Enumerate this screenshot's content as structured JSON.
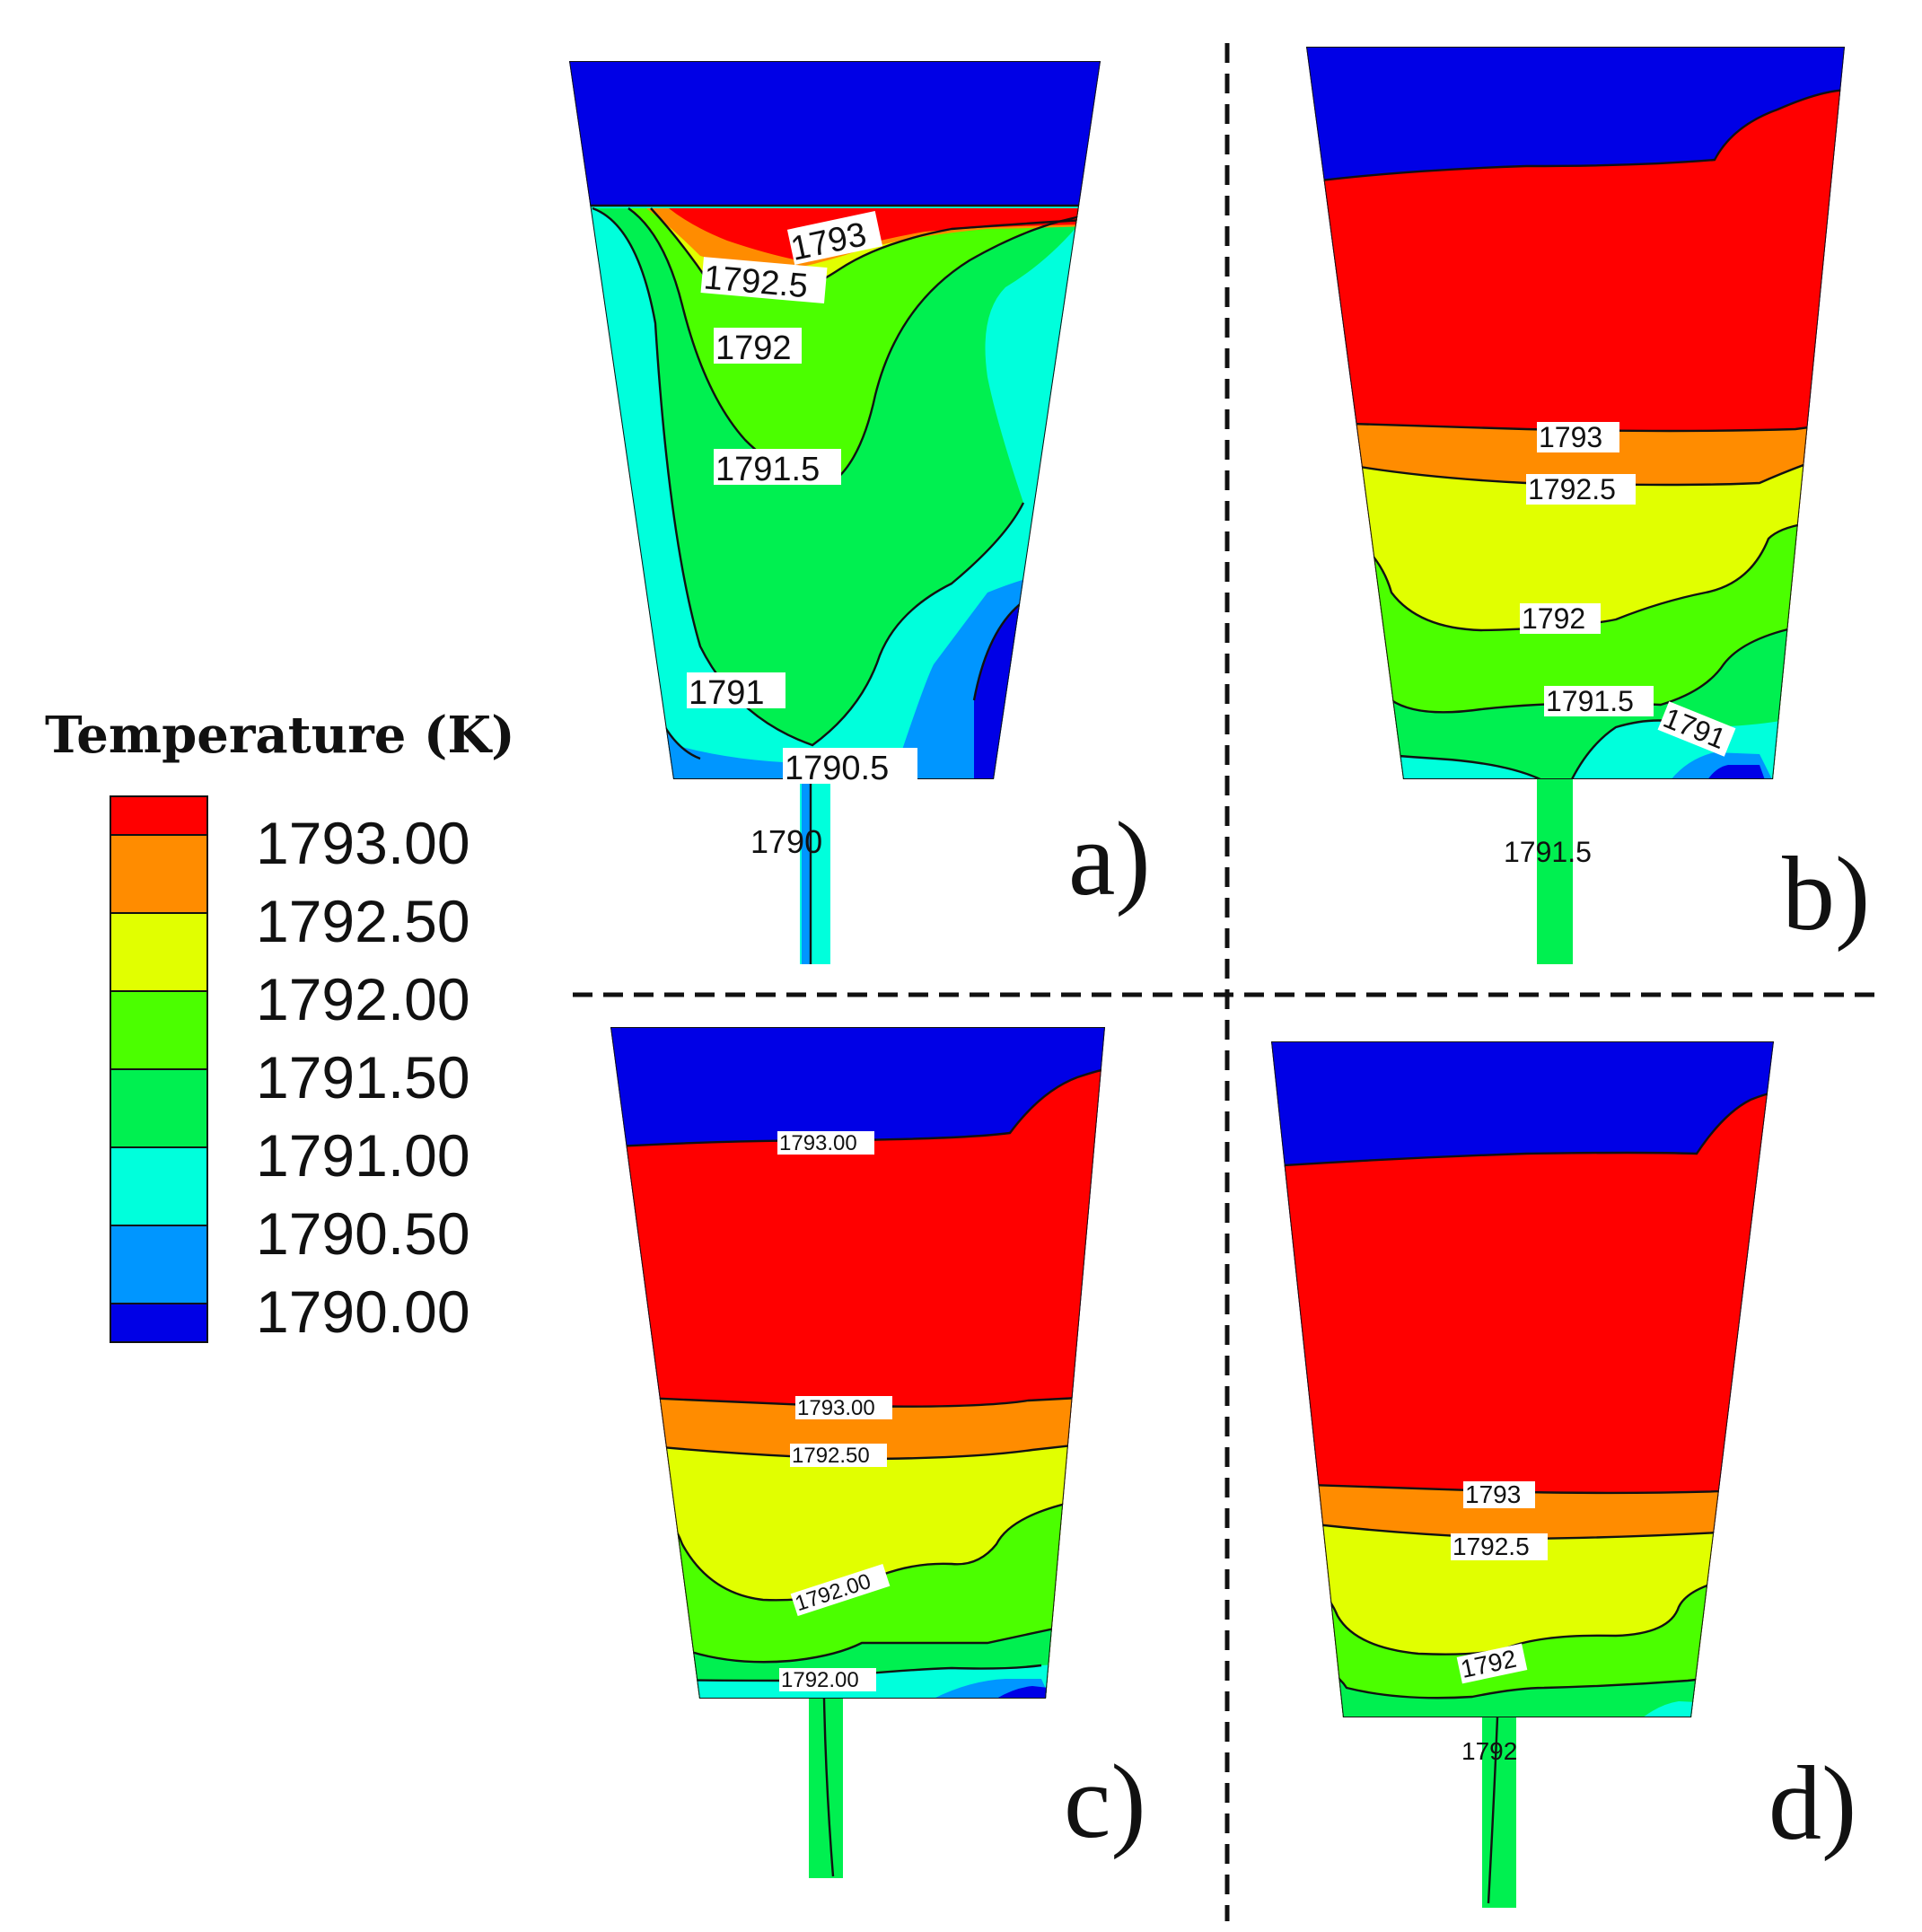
{
  "legend": {
    "title": "Temperature (K)",
    "levels": [
      {
        "label": "1793.00",
        "color": "#ff0000"
      },
      {
        "label": "1792.50",
        "color": "#ff8c00"
      },
      {
        "label": "1792.00",
        "color": "#e1ff00"
      },
      {
        "label": "1791.50",
        "color": "#4bff00"
      },
      {
        "label": "1791.00",
        "color": "#00f050"
      },
      {
        "label": "1790.50",
        "color": "#00ffdc"
      },
      {
        "label": "1790.00",
        "color": "#0096ff"
      },
      {
        "label": "",
        "color": "#0000e6"
      }
    ]
  },
  "colors": {
    "top_layer": "#0000e6",
    "red": "#ff0000",
    "orange": "#ff8c00",
    "yellow": "#e1ff00",
    "lime": "#4bff00",
    "green": "#00f050",
    "cyan": "#00ffdc",
    "azure": "#0096ff",
    "blue": "#0000e6"
  },
  "panels": {
    "a": {
      "tag": "a)",
      "labels": [
        "1793",
        "1792.5",
        "1792",
        "1791.5",
        "1791",
        "1790.5",
        "1790"
      ]
    },
    "b": {
      "tag": "b)",
      "labels": [
        "1793",
        "1792.5",
        "1792",
        "1791.5",
        "1791",
        "1791.5"
      ]
    },
    "c": {
      "tag": "c)",
      "labels": [
        "1793.00",
        "1793.00",
        "1792.50",
        "1792.00",
        "1792.00"
      ]
    },
    "d": {
      "tag": "d)",
      "labels": [
        "1793",
        "1792.5",
        "1792",
        "1792"
      ]
    }
  }
}
